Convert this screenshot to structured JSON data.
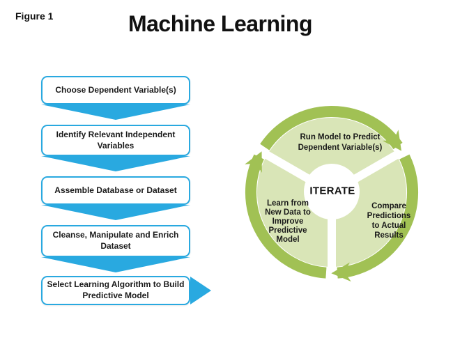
{
  "figure_label": "Figure 1",
  "title": "Machine Learning",
  "flowchart": {
    "steps": [
      {
        "label": "Choose Dependent Variable(s)"
      },
      {
        "label": "Identify Relevant Independent\nVariables"
      },
      {
        "label": "Assemble Database or Dataset"
      },
      {
        "label": "Cleanse, Manipulate and Enrich\nDataset"
      },
      {
        "label": "Select Learning Algorithm to Build\nPredictive Model"
      }
    ]
  },
  "cycle": {
    "center_label": "ITERATE",
    "direction": "clockwise",
    "segments": [
      {
        "position": "top",
        "label": "Run Model to Predict\nDependent Variable(s)"
      },
      {
        "position": "right",
        "label": "Compare\nPredictions\nto Actual\nResults"
      },
      {
        "position": "left",
        "label": "Learn from\nNew Data to\nImprove\nPredictive\nModel"
      }
    ]
  },
  "colors": {
    "flow_blue": "#29A9E0",
    "ring_green": "#A1C154",
    "sector_green": "#D9E5B7",
    "text_dark": "#1A1A1A"
  }
}
